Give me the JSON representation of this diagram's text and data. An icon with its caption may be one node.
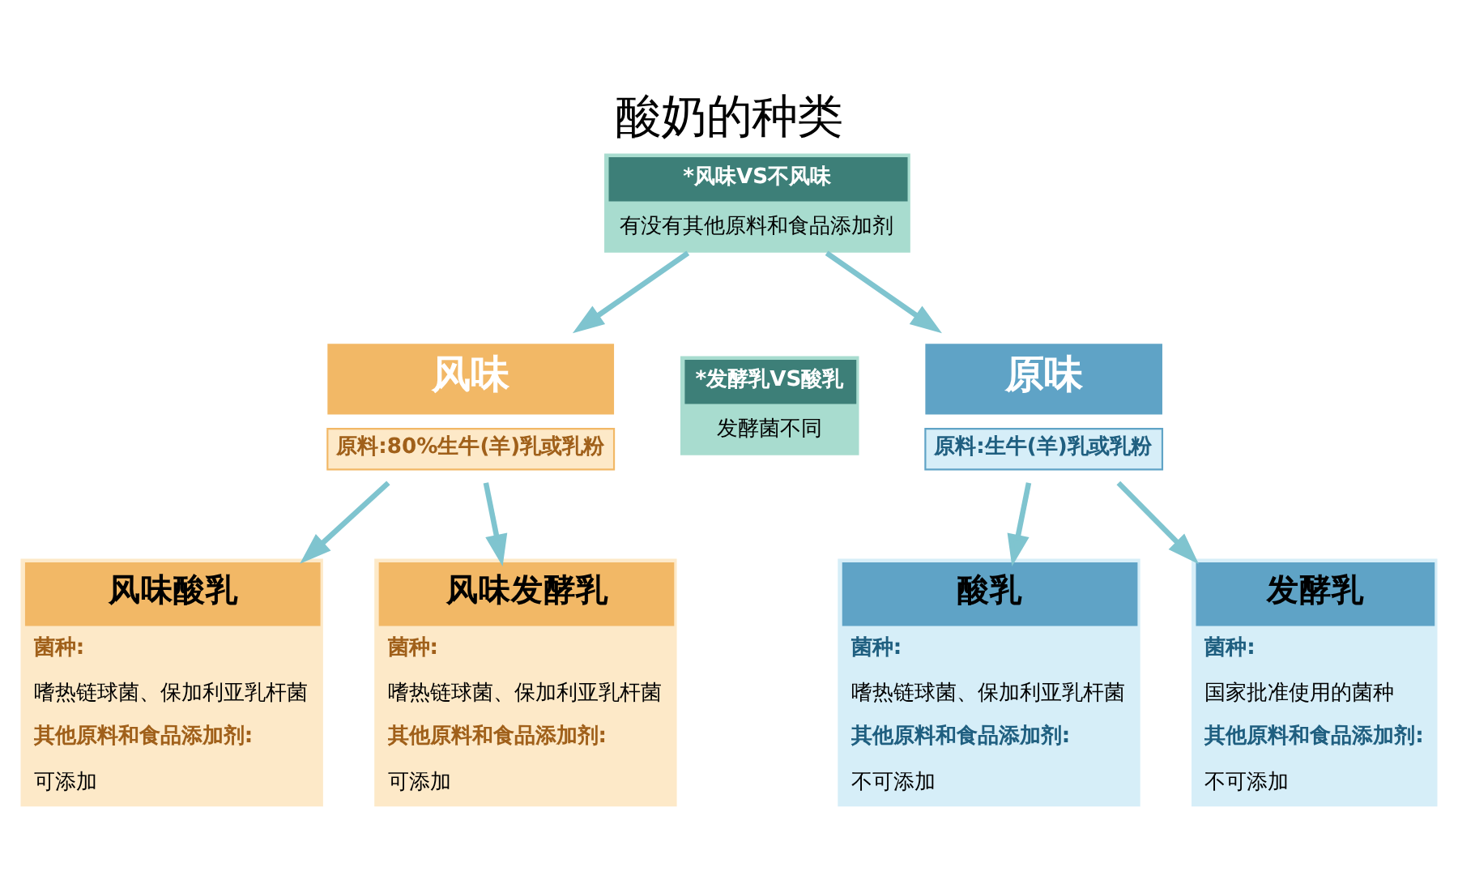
{
  "diagram": {
    "title": "酸奶的种类",
    "nodes": [
      {
        "text": [
          "*风味VS不风味",
          "有没有其他原料和食品添加剂"
        ]
      },
      {
        "text": [
          "风味"
        ],
        "beside": [
          "原料:80%生牛(羊)乳或乳粉"
        ]
      },
      {
        "text": [
          "原味"
        ],
        "beside": [
          "原料:生牛(羊)乳或乳粉"
        ]
      },
      {
        "text": [
          "*发酵乳VS酸乳",
          "发酵菌不同"
        ]
      },
      {
        "text": [
          "风味酸乳",
          "菌种:",
          "嗜热链球菌、保加利亚乳杆菌",
          "其他原料和食品添加剂:",
          "可添加"
        ]
      },
      {
        "text": [
          "风味发酵乳",
          "菌种:",
          "嗜热链球菌、保加利亚乳杆菌",
          "其他原料和食品添加剂:",
          "可添加"
        ]
      },
      {
        "text": [
          "酸乳",
          "菌种:",
          "嗜热链球菌、保加利亚乳杆菌",
          "其他原料和食品添加剂:",
          "不可添加"
        ]
      },
      {
        "text": [
          "发酵乳",
          "菌种:",
          "国家批准使用的菌种",
          "其他原料和食品添加剂:",
          "不可添加"
        ]
      }
    ],
    "edges": [
      {
        "from": 0,
        "to": 1,
        "arrow": "to"
      },
      {
        "from": 0,
        "to": 2,
        "arrow": "to"
      },
      {
        "from": 1,
        "to": 4,
        "arrow": "to"
      },
      {
        "from": 1,
        "to": 5,
        "arrow": "to"
      },
      {
        "from": 2,
        "to": 6,
        "arrow": "to"
      },
      {
        "from": 2,
        "to": 7,
        "arrow": "to"
      }
    ]
  }
}
